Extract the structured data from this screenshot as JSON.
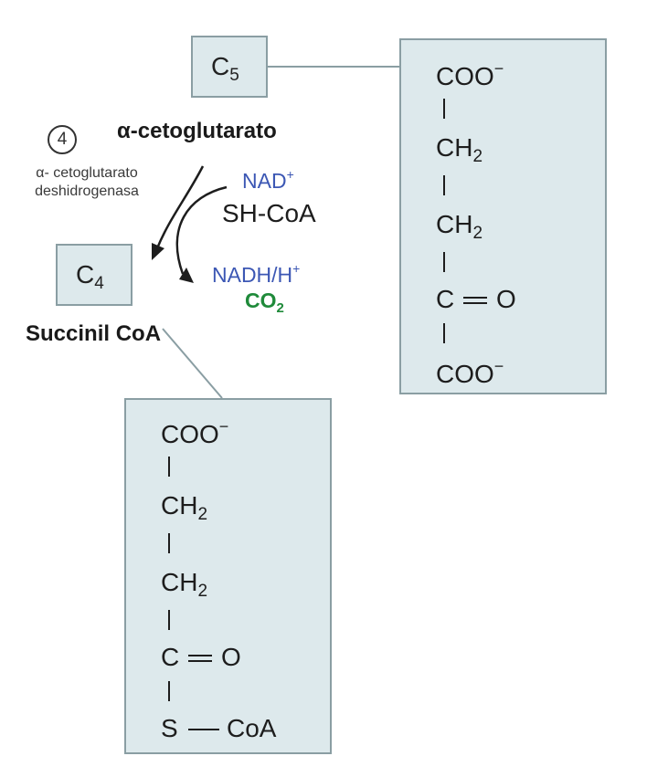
{
  "colors": {
    "box_fill": "#dde9ec",
    "box_border": "#8a9ea3",
    "cofactor_blue": "#3c57b4",
    "cofactor_green": "#1f8a3a"
  },
  "substrate": {
    "carbon_label": "C",
    "carbon_sub": "5",
    "name": "α-cetoglutarato"
  },
  "product": {
    "carbon_label": "C",
    "carbon_sub": "4",
    "name": "Succinil CoA"
  },
  "step": {
    "number": "4"
  },
  "enzyme": {
    "line1": "α- cetoglutarato",
    "line2": "deshidrogenasa"
  },
  "cofactors": {
    "nad": "NAD",
    "nad_sup": "+",
    "shcoa": "SH-CoA",
    "nadh": "NADH/H",
    "nadh_sup": "+",
    "co2": "CO",
    "co2_sub": "2"
  },
  "alpha_kg_structure": {
    "coo_top": "COO",
    "coo_top_sup": "−",
    "ch2_a": "CH",
    "ch2_a_sub": "2",
    "ch2_b": "CH",
    "ch2_b_sub": "2",
    "c": "C",
    "o": "O",
    "coo_bottom": "COO",
    "coo_bottom_sup": "−"
  },
  "succinyl_structure": {
    "coo_top": "COO",
    "coo_top_sup": "−",
    "ch2_a": "CH",
    "ch2_a_sub": "2",
    "ch2_b": "CH",
    "ch2_b_sub": "2",
    "c": "C",
    "o": "O",
    "s": "S",
    "coa": "CoA"
  }
}
